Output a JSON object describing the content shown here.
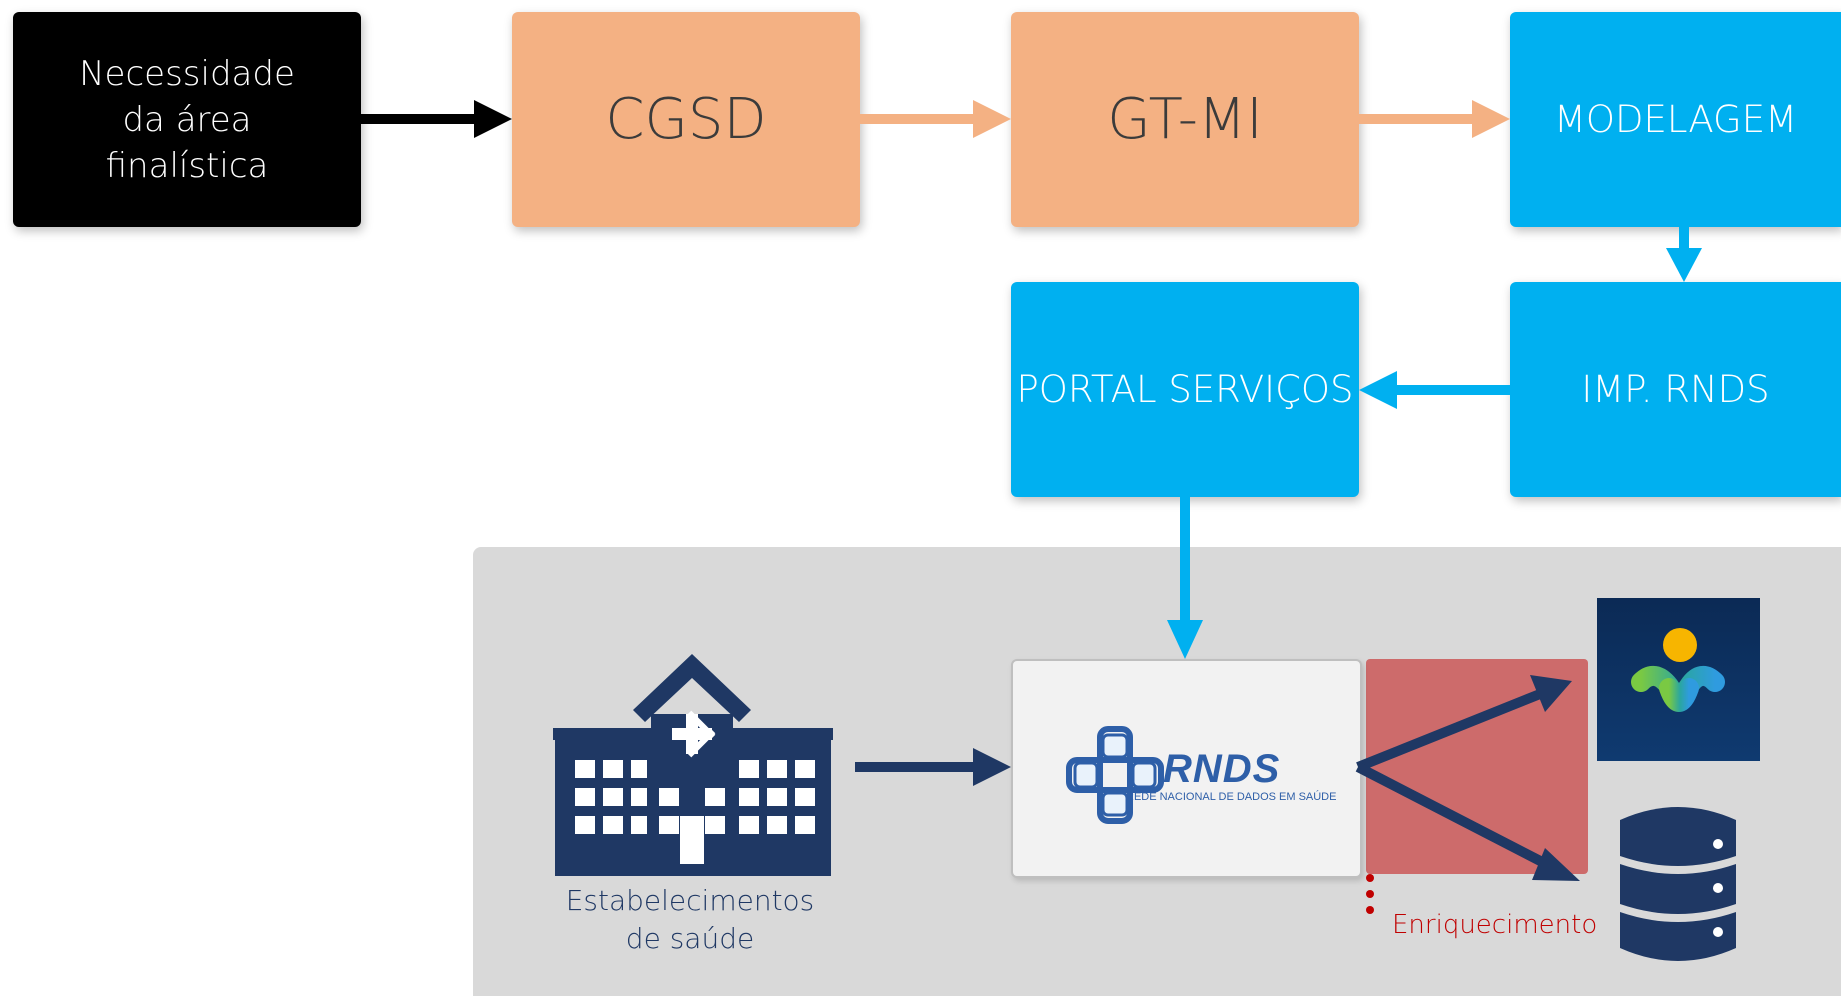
{
  "nodes": {
    "need": "Necessidade da área finalística",
    "cgsd": "CGSD",
    "gtmi": "GT-MI",
    "modelagem": "MODELAGEM",
    "imp_rnds": "IMP. RNDS",
    "portal": "PORTAL SERVIÇOS"
  },
  "rnds_logo": {
    "title": "RNDS",
    "subtitle": "REDE NACIONAL DE DADOS EM SAÚDE"
  },
  "labels": {
    "hospital": "Estabelecimentos de saúde",
    "enrichment": "Enriquecimento"
  },
  "icons": [
    "hospital-icon",
    "app-logo-icon",
    "database-icon",
    "rnds-cross-icon"
  ],
  "colors": {
    "black": "#000000",
    "salmon": "#f4b183",
    "blue": "#00b0f0",
    "navy": "#1f3864",
    "enrichment": "#cd6b6b",
    "gray_panel": "#d9d9d9"
  }
}
